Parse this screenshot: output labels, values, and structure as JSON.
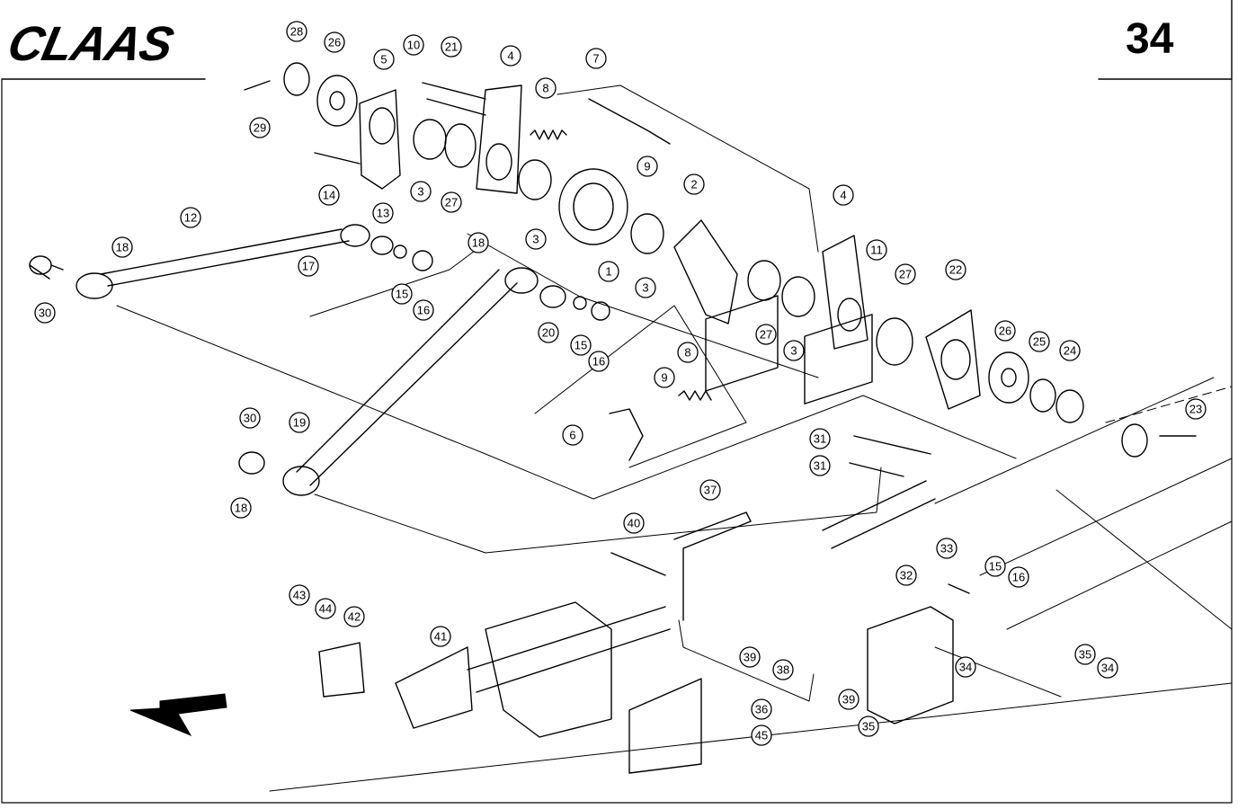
{
  "header": {
    "brand": "CLAAS",
    "page_number": "34"
  },
  "callouts": [
    "1",
    "2",
    "3",
    "4",
    "5",
    "6",
    "7",
    "8",
    "9",
    "10",
    "11",
    "12",
    "13",
    "14",
    "15",
    "16",
    "17",
    "18",
    "19",
    "20",
    "21",
    "22",
    "23",
    "24",
    "25",
    "26",
    "27",
    "28",
    "29",
    "30",
    "31",
    "32",
    "33",
    "34",
    "35",
    "36",
    "37",
    "38",
    "39",
    "40",
    "41",
    "42",
    "43",
    "44",
    "45"
  ],
  "direction_arrow": "arrow-left-icon"
}
